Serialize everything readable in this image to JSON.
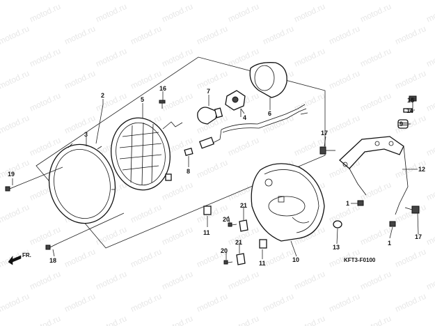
{
  "watermark": {
    "text": "motod.ru"
  },
  "diagram_code": "KFT3-F0100",
  "direction_label": "FR.",
  "callouts": {
    "c1a": "1",
    "c1b": "1",
    "c2": "2",
    "c3": "3",
    "c4": "4",
    "c5": "5",
    "c6": "6",
    "c7": "7",
    "c8": "8",
    "c9": "9",
    "c10": "10",
    "c11a": "11",
    "c11b": "11",
    "c12": "12",
    "c13": "13",
    "c14": "14",
    "c15": "15",
    "c16": "16",
    "c17a": "17",
    "c17b": "17",
    "c18": "18",
    "c19": "19",
    "c20a": "20",
    "c20b": "20",
    "c21a": "21",
    "c21b": "21"
  }
}
